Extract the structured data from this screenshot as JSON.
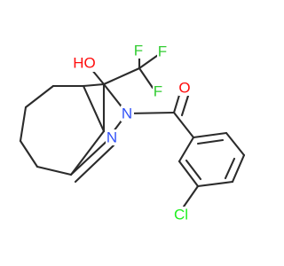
{
  "molecule": {
    "atom_labels": {
      "oh": "HO",
      "f_top_left": "F",
      "f_top_right": "F",
      "f_right": "F",
      "o": "O",
      "n2": "N",
      "n1": "N",
      "cl": "Cl"
    },
    "colors": {
      "bond": "#2b2b2b",
      "oxygen": "#ff0d0d",
      "fluorine": "#33cc33",
      "nitrogen": "#3050f8",
      "chlorine": "#1ff01f"
    }
  }
}
